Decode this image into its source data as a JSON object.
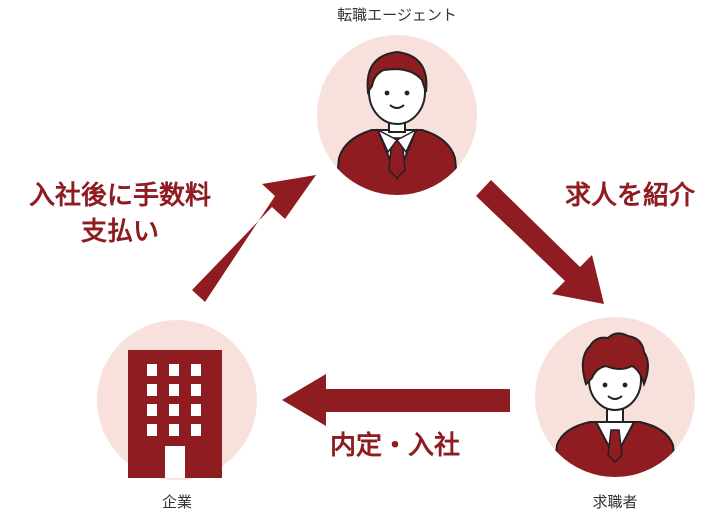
{
  "colors": {
    "accent": "#8e1c20",
    "circle_bg": "#f8e1dc",
    "label_text": "#333333"
  },
  "nodes": {
    "agent": {
      "label": "転職エージェント",
      "icon": "agent-person-icon"
    },
    "seeker": {
      "label": "求職者",
      "icon": "job-seeker-person-icon"
    },
    "company": {
      "label": "企業",
      "icon": "company-building-icon"
    }
  },
  "edges": {
    "company_to_agent": {
      "line1": "入社後に手数料",
      "line2": "支払い"
    },
    "agent_to_seeker": {
      "label": "求人を紹介"
    },
    "seeker_to_company": {
      "label": "内定・入社"
    }
  }
}
